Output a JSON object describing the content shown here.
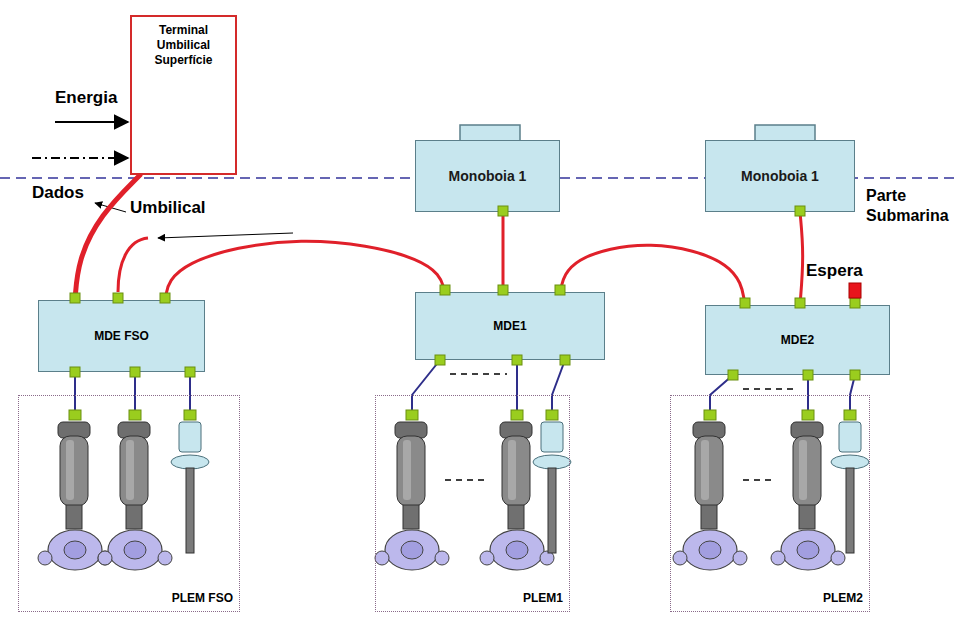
{
  "diagram": {
    "nodes": [
      {
        "text": [
          "Terminal Umbilical Superfície"
        ]
      },
      {
        "text": [
          "Monoboia 1"
        ]
      },
      {
        "text": [
          "Monoboia 1"
        ]
      },
      {
        "text": [
          "MDE FSO"
        ]
      },
      {
        "text": [
          "MDE1"
        ]
      },
      {
        "text": [
          "MDE2"
        ]
      },
      {
        "text": [
          "PLEM FSO"
        ]
      },
      {
        "text": [
          "PLEM1"
        ]
      },
      {
        "text": [
          "PLEM2"
        ]
      }
    ],
    "edges": [
      {
        "from": 0,
        "to": 3,
        "arrow": "none"
      },
      {
        "from": 3,
        "to": 4,
        "arrow": "none"
      },
      {
        "from": 1,
        "to": 4,
        "arrow": "none"
      },
      {
        "from": 4,
        "to": 5,
        "arrow": "none"
      },
      {
        "from": 2,
        "to": 5,
        "arrow": "none"
      },
      {
        "from": 3,
        "to": 6,
        "arrow": "none"
      },
      {
        "from": 3,
        "to": 6,
        "arrow": "none"
      },
      {
        "from": 3,
        "to": 6,
        "arrow": "none"
      },
      {
        "from": 4,
        "to": 7,
        "arrow": "none"
      },
      {
        "from": 4,
        "to": 7,
        "arrow": "none"
      },
      {
        "from": 4,
        "to": 7,
        "arrow": "none"
      },
      {
        "from": 5,
        "to": 8,
        "arrow": "none"
      },
      {
        "from": 5,
        "to": 8,
        "arrow": "none"
      },
      {
        "from": 5,
        "to": 8,
        "arrow": "none"
      }
    ],
    "labels": [
      "Energia",
      "Dados",
      "Umbilical",
      "Parte Submarina",
      "Espera"
    ]
  }
}
